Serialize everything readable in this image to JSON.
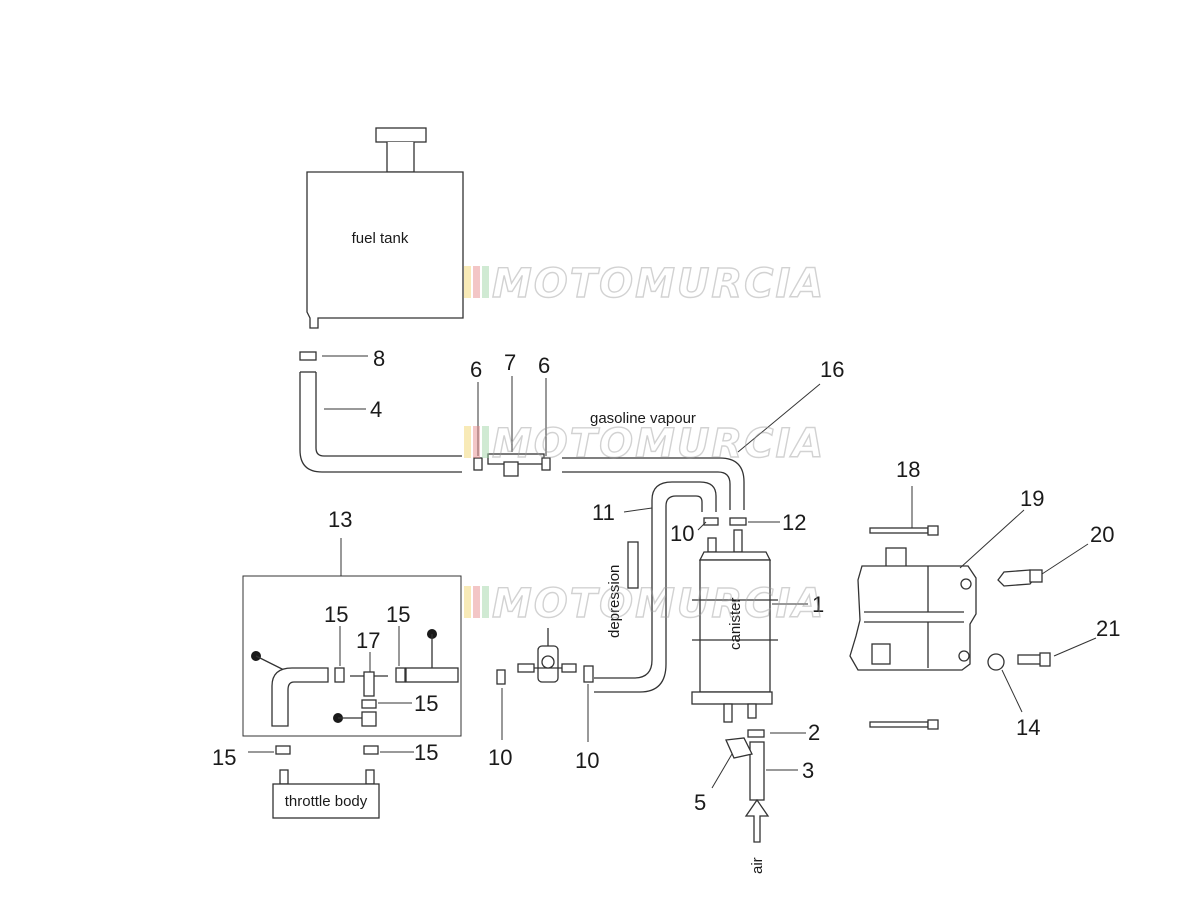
{
  "labels": {
    "fuel_tank": "fuel tank",
    "gasoline_vapour": "gasoline vapour",
    "depression": "depression",
    "canister": "canister",
    "throttle_body": "throttle body",
    "air": "air"
  },
  "watermark": "MOTOMURCIA",
  "watermark_stripe_colors": [
    "#f2d36b",
    "#e88a8a",
    "#9fd3a5"
  ],
  "callouts": {
    "c1": "1",
    "c2": "2",
    "c3": "3",
    "c4": "4",
    "c5": "5",
    "c6a": "6",
    "c6b": "6",
    "c7": "7",
    "c8": "8",
    "c10a": "10",
    "c10b": "10",
    "c10c": "10",
    "c11": "11",
    "c12": "12",
    "c13": "13",
    "c14": "14",
    "c15a": "15",
    "c15b": "15",
    "c15c": "15",
    "c15d": "15",
    "c15e": "15",
    "c16": "16",
    "c17": "17",
    "c18": "18",
    "c19": "19",
    "c20": "20",
    "c21": "21"
  }
}
